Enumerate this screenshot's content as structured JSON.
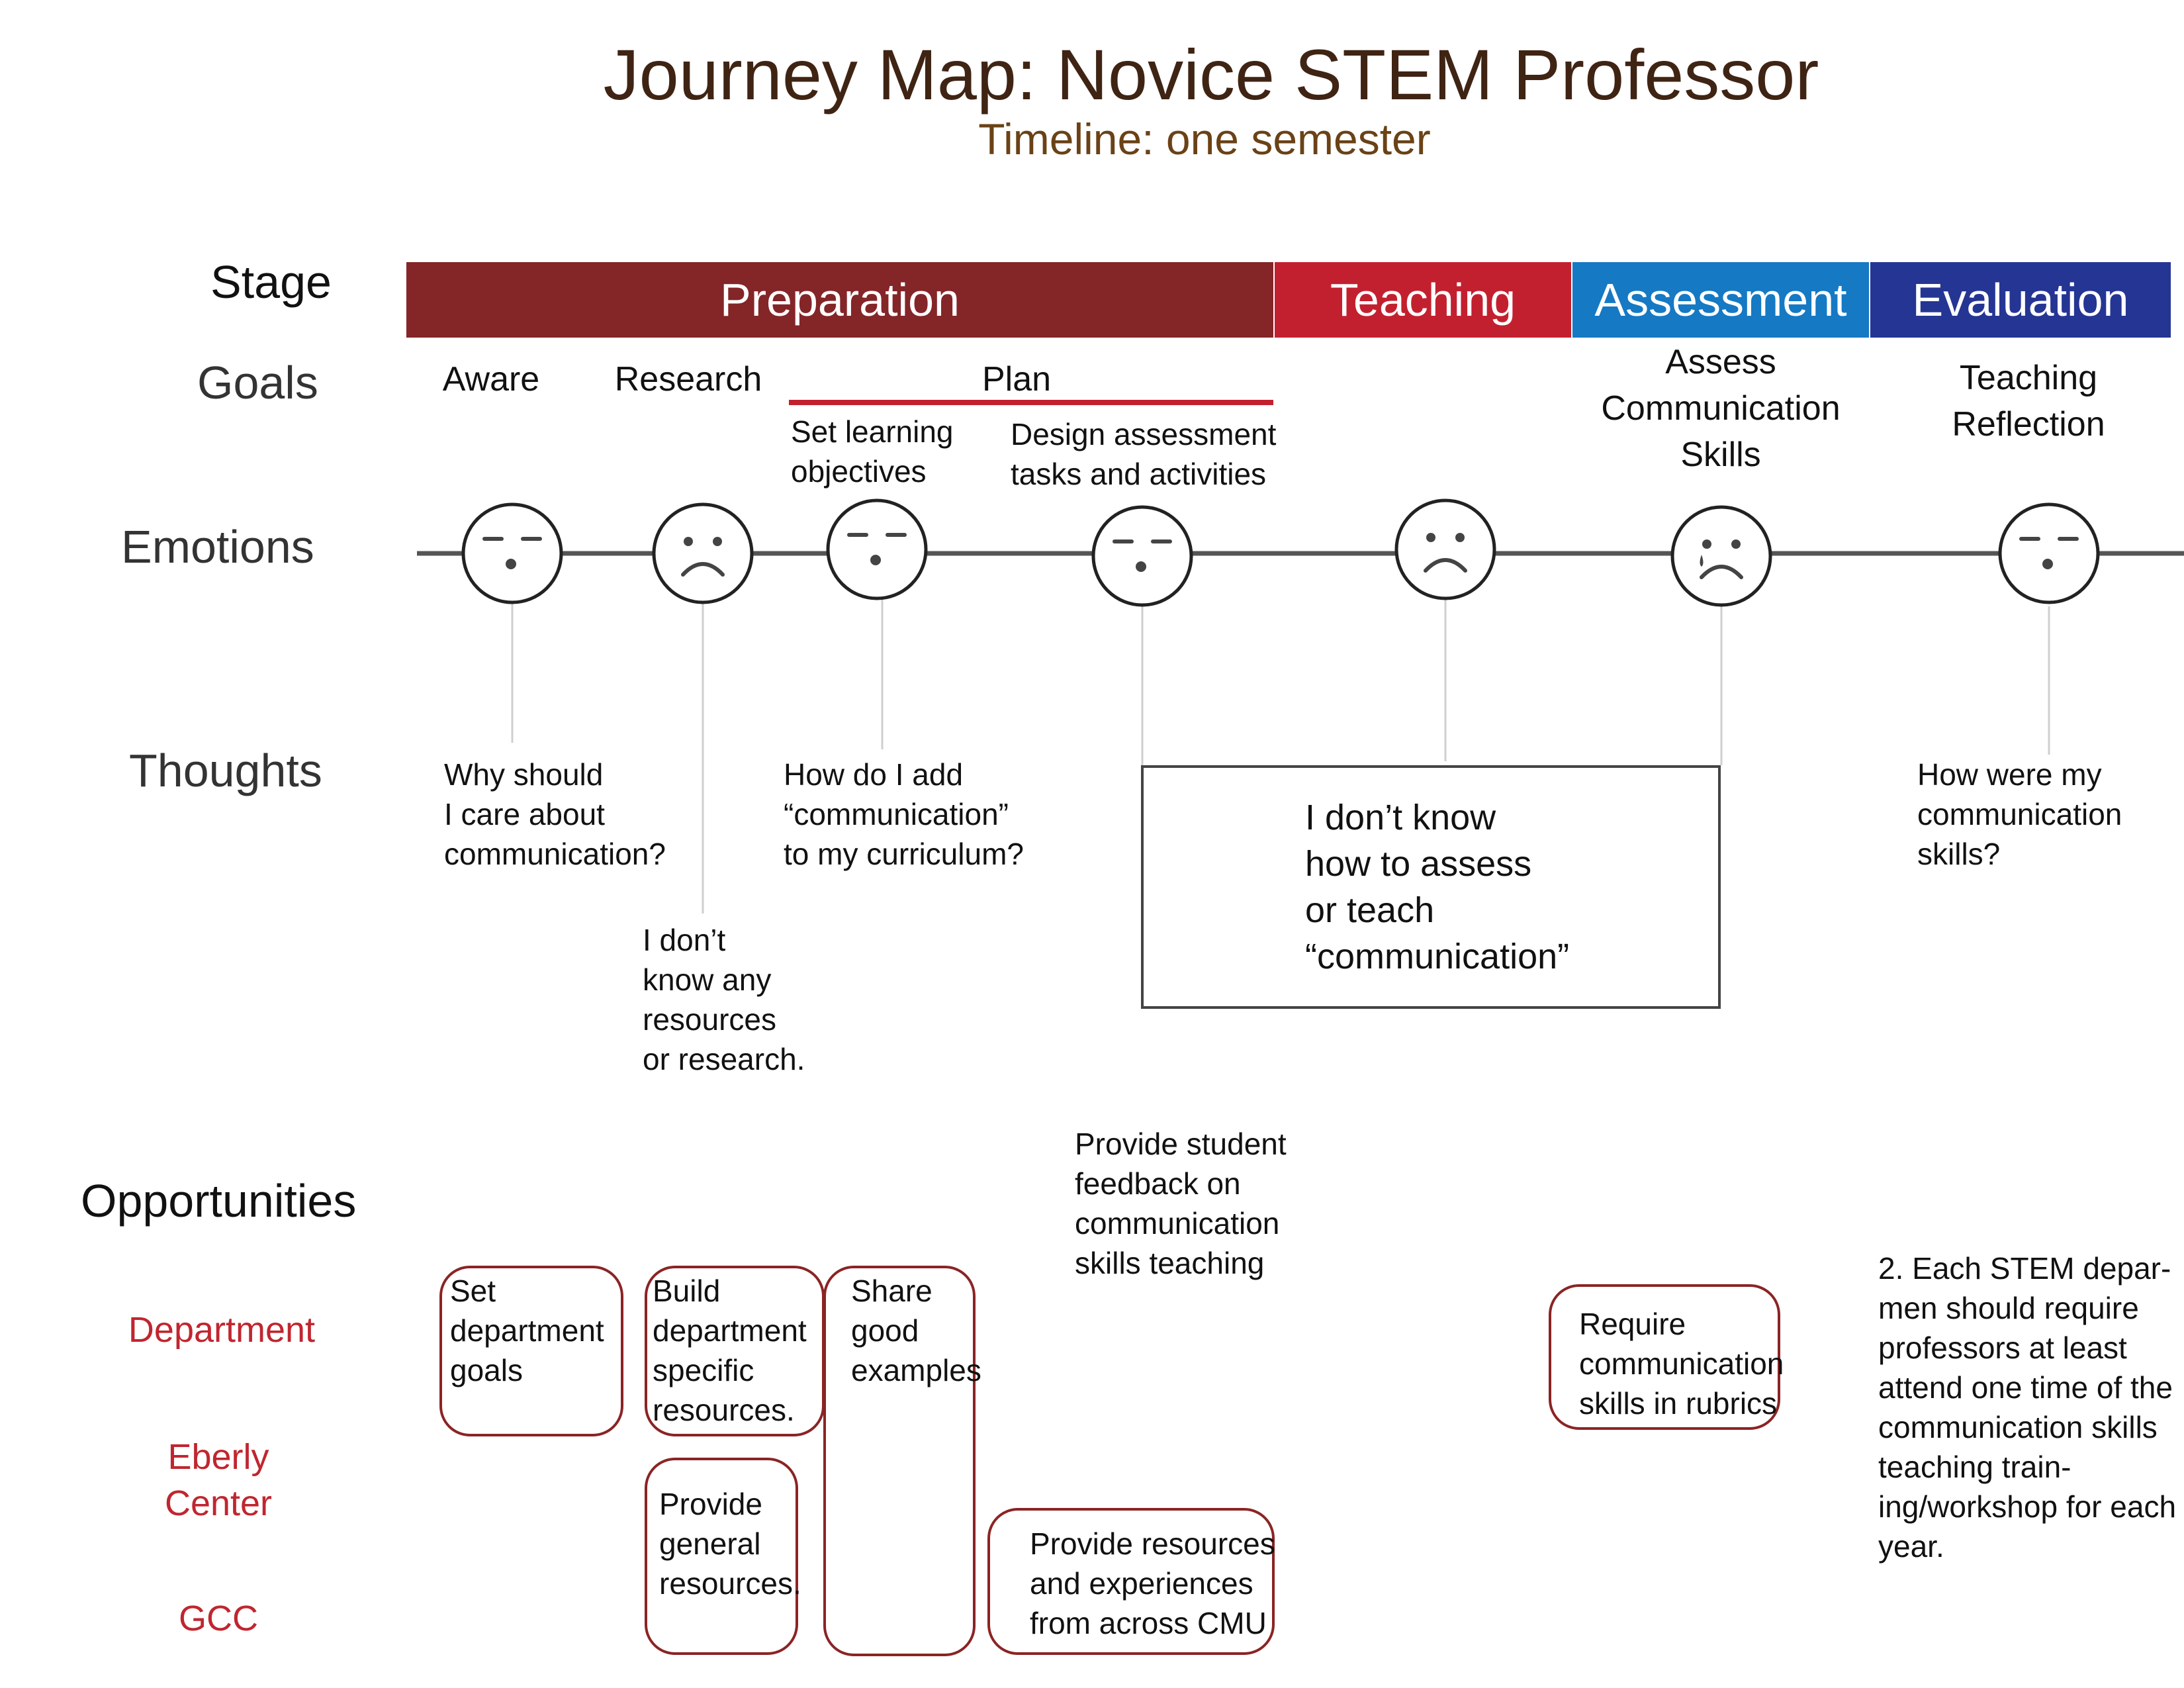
{
  "header": {
    "title": "Journey Map: Novice STEM Professor",
    "subtitle": "Timeline: one semester"
  },
  "row_labels": {
    "stage": "Stage",
    "goals": "Goals",
    "emotions": "Emotions",
    "thoughts": "Thoughts",
    "opportunities": "Opportunities"
  },
  "stages": [
    {
      "label": "Preparation",
      "color": "#842528"
    },
    {
      "label": "Teaching",
      "color": "#c3202f"
    },
    {
      "label": "Assessment",
      "color": "#1579c4"
    },
    {
      "label": "Evaluation",
      "color": "#253594"
    }
  ],
  "goals": {
    "aware": "Aware",
    "research": "Research",
    "plan": "Plan",
    "set_objectives": [
      "Set learning",
      "objectives"
    ],
    "design_tasks": [
      "Design assessment",
      "tasks and activities"
    ],
    "assess_skills": [
      "Assess",
      "Communication",
      "Skills"
    ],
    "teaching_reflection": [
      "Teaching",
      "Reflection"
    ],
    "plan_bar_color": "#c3202f"
  },
  "emotions": [
    {
      "step": "Aware",
      "face": "neutral"
    },
    {
      "step": "Research",
      "face": "sad"
    },
    {
      "step": "Set learning objectives",
      "face": "neutral"
    },
    {
      "step": "Design assessment tasks and activities",
      "face": "neutral"
    },
    {
      "step": "Teaching",
      "face": "sad"
    },
    {
      "step": "Assess Communication Skills",
      "face": "crying"
    },
    {
      "step": "Teaching Reflection",
      "face": "neutral"
    }
  ],
  "thoughts": {
    "why_care": [
      "Why should",
      "I care about",
      "communication?"
    ],
    "dont_know_resources": [
      "I don’t",
      "know any",
      "resources",
      "or research."
    ],
    "how_add": [
      "How do I add",
      "“communication”",
      "to my curriculum?"
    ],
    "dont_know_assess": [
      "I don’t know",
      "how to assess",
      "or teach",
      "“communication”"
    ],
    "how_were": [
      "How were my",
      "communication",
      "skills?"
    ]
  },
  "opportunity_labels": {
    "department": "Department",
    "eberly": [
      "Eberly",
      "Center"
    ],
    "gcc": "GCC"
  },
  "opportunities": {
    "set_goals": [
      "Set",
      "department",
      "goals"
    ],
    "build_resources": [
      "Build",
      "department",
      "specific",
      "resources."
    ],
    "share_examples": [
      "Share",
      "good",
      "examples"
    ],
    "provide_general": [
      "Provide",
      "general",
      "resources."
    ],
    "provide_cmu": [
      "Provide resources",
      "and experiences",
      "from across CMU"
    ],
    "student_feedback": [
      "Provide student",
      "feedback on",
      "communication",
      "skills teaching"
    ],
    "require_rubrics": [
      "Require",
      "communication",
      "skills in rubrics"
    ],
    "require_training": [
      "2. Each STEM depar-",
      "men should require",
      "professors at least",
      "attend one time of the",
      "communication skills",
      "teaching train-",
      "ing/workshop for each",
      "year."
    ]
  }
}
